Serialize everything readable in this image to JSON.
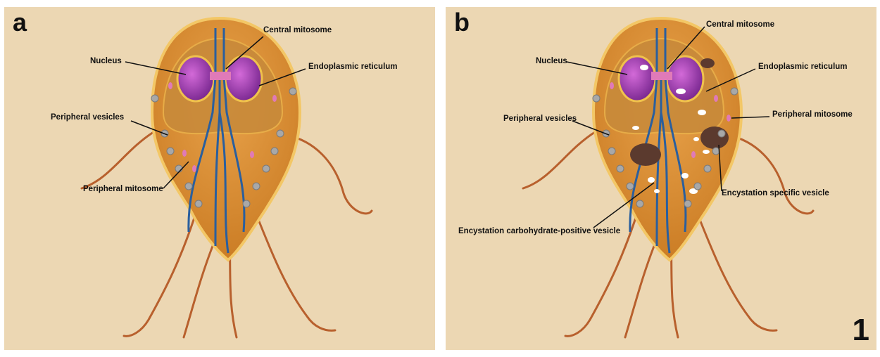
{
  "figure_number": "1",
  "panels": {
    "a": {
      "letter": "a",
      "labels": {
        "central_mitosome": "Central mitosome",
        "nucleus": "Nucleus",
        "endoplasmic_reticulum": "Endoplasmic reticulum",
        "peripheral_vesicles": "Peripheral vesicles",
        "peripheral_mitosome": "Peripheral mitosome"
      }
    },
    "b": {
      "letter": "b",
      "labels": {
        "central_mitosome": "Central mitosome",
        "nucleus": "Nucleus",
        "endoplasmic_reticulum": "Endoplasmic reticulum",
        "peripheral_vesicles": "Peripheral vesicles",
        "peripheral_mitosome": "Peripheral mitosome",
        "encystation_specific_vesicle": "Encystation specific vesicle",
        "encystation_carbohydrate_positive_vesicle": "Encystation carbohydrate-positive vesicle"
      }
    }
  },
  "colors": {
    "background": "#ecd7b3",
    "cell_body": "#d98d2c",
    "cell_outline": "#f3c766",
    "nucleus": "#9a37a8",
    "microtubule": "#2a5f9e",
    "flagellum": "#b8602d",
    "vesicle": "#a8a8a8",
    "mitosome": "#e07ab8",
    "encystation_specific_vesicle": "#5b3a2e"
  }
}
